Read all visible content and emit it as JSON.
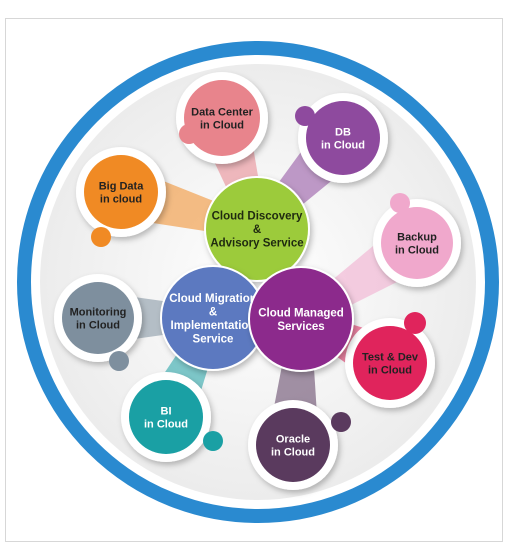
{
  "colors": {
    "outer_ring": "#2a8ad0",
    "ring_fill": "#ffffff",
    "inner_fill": "#f2f2f2",
    "center_green": "#9ccb3b",
    "center_blue": "#5b79c0",
    "center_purple": "#8c2a8c",
    "bubble_shell": "#ffffff"
  },
  "center": [
    {
      "id": "discovery",
      "lines": [
        "Cloud Discovery",
        "&",
        "Advisory Service"
      ],
      "color": "#9ccb3b"
    },
    {
      "id": "migration",
      "lines": [
        "Cloud Migration",
        "&",
        "Implementation",
        "Service"
      ],
      "color": "#5b79c0"
    },
    {
      "id": "managed",
      "lines": [
        "Cloud Managed",
        "Services"
      ],
      "color": "#8c2a8c"
    }
  ],
  "satellites": [
    {
      "id": "data-center",
      "lines": [
        "Data Center",
        "in Cloud"
      ],
      "color": "#e8848c",
      "text_color": "#222222"
    },
    {
      "id": "db",
      "lines": [
        "DB",
        "in Cloud"
      ],
      "color": "#8e4a9e",
      "text_color": "#ffffff"
    },
    {
      "id": "backup",
      "lines": [
        "Backup",
        "in Cloud"
      ],
      "color": "#f0a8cc",
      "text_color": "#222222"
    },
    {
      "id": "test-dev",
      "lines": [
        "Test & Dev",
        "in Cloud"
      ],
      "color": "#e0245c",
      "text_color": "#222222"
    },
    {
      "id": "oracle",
      "lines": [
        "Oracle",
        "in Cloud"
      ],
      "color": "#5a3a5e",
      "text_color": "#ffffff"
    },
    {
      "id": "bi",
      "lines": [
        "BI",
        "in Cloud"
      ],
      "color": "#1aa0a4",
      "text_color": "#ffffff"
    },
    {
      "id": "monitoring",
      "lines": [
        "Monitoring",
        "in Cloud"
      ],
      "color": "#7e8f9e",
      "text_color": "#222222"
    },
    {
      "id": "big-data",
      "lines": [
        "Big Data",
        "in cloud"
      ],
      "color": "#f08a24",
      "text_color": "#222222"
    }
  ]
}
